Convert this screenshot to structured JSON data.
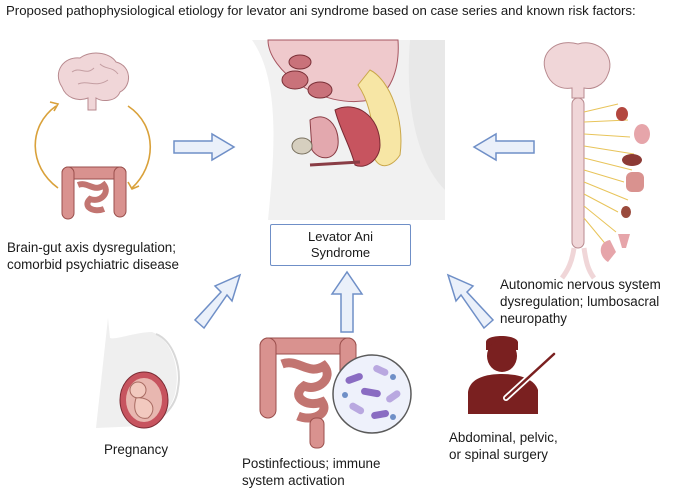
{
  "title": "Proposed pathophysiological etiology for levator ani syndrome based on case series and known risk factors:",
  "center": {
    "line1": "Levator Ani",
    "line2": "Syndrome"
  },
  "factors": {
    "brain_gut": {
      "line1": "Brain-gut axis dysregulation;",
      "line2": "comorbid psychiatric disease"
    },
    "autonomic": {
      "line1": "Autonomic nervous system",
      "line2": "dysregulation; lumbosacral",
      "line3": "neuropathy"
    },
    "pregnancy": {
      "line1": "Pregnancy"
    },
    "postinfectious": {
      "line1": "Postinfectious; immune",
      "line2": "system activation"
    },
    "surgery": {
      "line1": "Abdominal, pelvic,",
      "line2": "or spinal surgery"
    }
  },
  "colors": {
    "arrow_fill": "#eaf0fa",
    "arrow_stroke": "#6f8fc7",
    "cycle": "#d9a13a",
    "brain": "#f0d6d8",
    "gut": "#d9928f",
    "surgeon": "#7a2020"
  },
  "icons": [
    "brain-icon",
    "intestine-icon",
    "pelvis-anatomy-icon",
    "nervous-system-icon",
    "pregnant-uterus-icon",
    "bacteria-icon",
    "surgeon-icon"
  ]
}
